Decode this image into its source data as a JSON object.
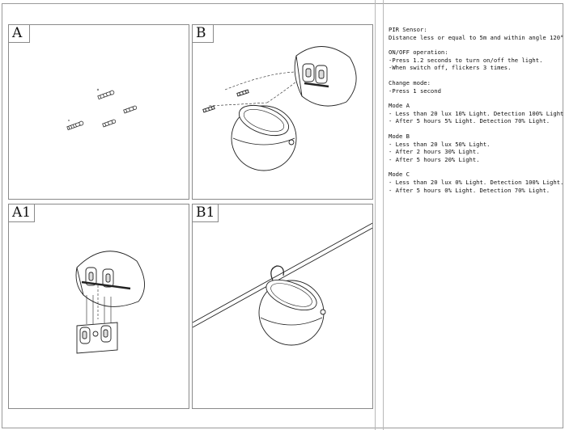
{
  "panels": {
    "a": "A",
    "b": "B",
    "a1": "A1",
    "b1": "B1"
  },
  "notes": [
    {
      "lines": [
        "PIR Sensor:",
        "Distance less or equal to 5m and within angle 120°"
      ]
    },
    {
      "lines": [
        "ON/OFF operation:",
        "-Press 1.2 seconds to turn on/off the light.",
        "-When switch off, flickers 3 times."
      ]
    },
    {
      "lines": [
        "Change mode:",
        "-Press 1 second"
      ]
    },
    {
      "lines": [
        "Mode A",
        "- Less than 20 lux 10% Light. Detection 100% Light.",
        "- After 5 hours 5% Light. Detection 70% Light."
      ]
    },
    {
      "lines": [
        "Mode B",
        "- Less than 20 lux 50% Light.",
        "- After 2 hours 30% Light.",
        "- After 5 hours 20% Light."
      ]
    },
    {
      "lines": [
        "Mode C",
        "- Less than 20 lux 0% Light. Detection 100% Light.",
        "- After 5 hours 0% Light. Detection 70% Light."
      ]
    }
  ]
}
